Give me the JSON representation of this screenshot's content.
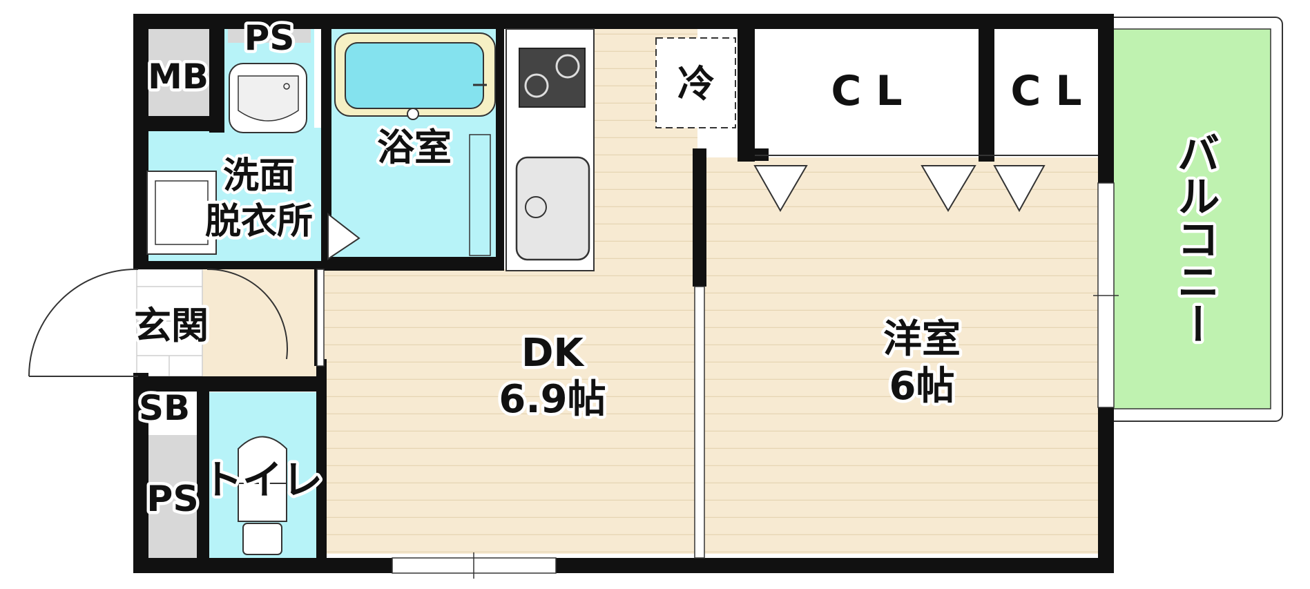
{
  "rooms": {
    "ps_top": "PS",
    "mb": "MB",
    "bathroom": "浴室",
    "washroom_line1": "洗面",
    "washroom_line2": "脱衣所",
    "fridge": "冷",
    "closet_1": "C L",
    "closet_2": "C L",
    "balcony": "バルコニー",
    "entrance": "玄関",
    "shoe_box": "SB",
    "ps_bottom": "PS",
    "toilet": "トイレ",
    "dk_name": "DK",
    "dk_size": "6.9帖",
    "western_name": "洋室",
    "western_size": "6帖"
  },
  "colors": {
    "wall": "#111111",
    "floor": "#f7ead2",
    "floor_line": "#e6d5b3",
    "wet_area": "#b7f3f8",
    "balcony": "#bff2b0",
    "storage": "#d8d8d8"
  }
}
